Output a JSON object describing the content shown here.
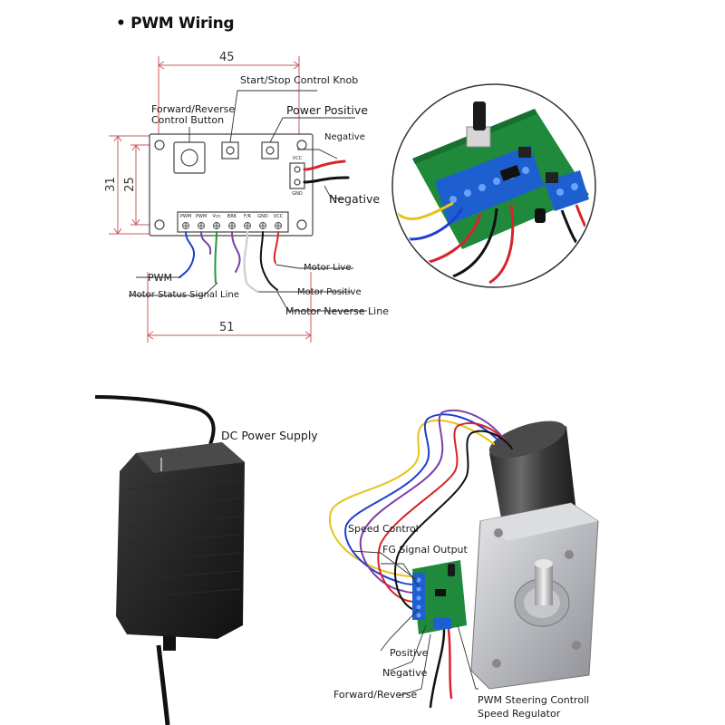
{
  "title": "• PWM Wiring",
  "dimensions": {
    "top": "45",
    "bottom": "51",
    "left_outer": "31",
    "left_inner": "25"
  },
  "callouts": {
    "start_stop": "Start/Stop Control Knob",
    "forward_reverse_1": "Forward/Reverse",
    "forward_reverse_2": "Control Button",
    "power_positive": "Power Positive",
    "negative_top": "Negative",
    "negative": "Negative",
    "pwm": "PWM",
    "motor_status": "Motor Status Signal Line",
    "motor_live": "Motor Live",
    "motor_positive": "Motor Positive",
    "motor_reverse": "Mnotor Neverse Line"
  },
  "board": {
    "pins": [
      "PWM",
      "PWM",
      "Vcc",
      "BRK",
      "F/R",
      "GND",
      "VCC"
    ],
    "side_pins": [
      "VCC",
      "GND"
    ]
  },
  "lower": {
    "dc_power": "DC Power Supply",
    "speed_control": "Speed Control",
    "fg_signal": "FG Signal Output",
    "positive": "Positive",
    "negative": "Negative",
    "forward_reverse": "Forward/Reverse",
    "regulator_1": "PWM Steering Controll",
    "regulator_2": "Speed Regulator"
  },
  "colors": {
    "pcb_green": "#1f8a3c",
    "terminal_blue": "#1e5fd0",
    "wire_red": "#d8232a",
    "wire_black": "#111111",
    "wire_purple": "#7a3fa8",
    "wire_green": "#1f9a3a",
    "wire_blue": "#1e3fcf",
    "wire_white": "#d9d9d9",
    "wire_yellow": "#e6c21a",
    "dim_line": "#c85a5a"
  }
}
